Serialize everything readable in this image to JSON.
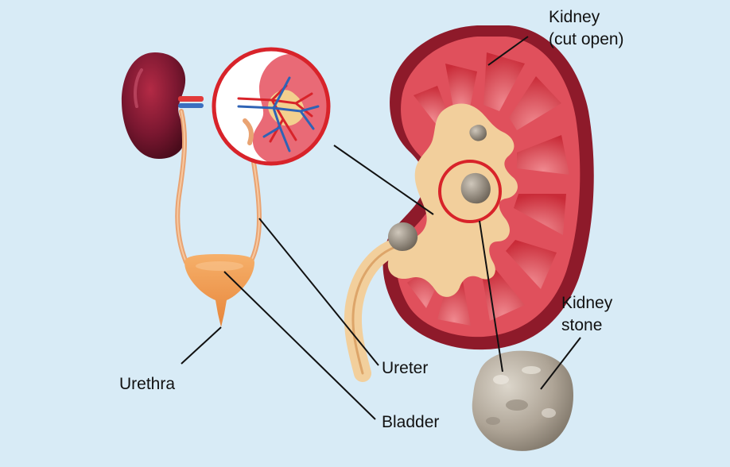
{
  "labels": {
    "kidney_cut_open_line1": "Kidney",
    "kidney_cut_open_line2": "(cut open)",
    "kidney_stone_line1": "Kidney",
    "kidney_stone_line2": "stone",
    "ureter": "Ureter",
    "urethra": "Urethra",
    "bladder": "Bladder"
  },
  "colors": {
    "background": "#d8ebf6",
    "highlight_circle": "#d8232a",
    "leader_line": "#111111",
    "cortex": "#e0505c",
    "pyramid": "#d33a45",
    "pelvis": "#f2cf9c",
    "capsule": "#8e1a2a",
    "bladder": "#f19a4b",
    "stone": "#b7aea0"
  }
}
